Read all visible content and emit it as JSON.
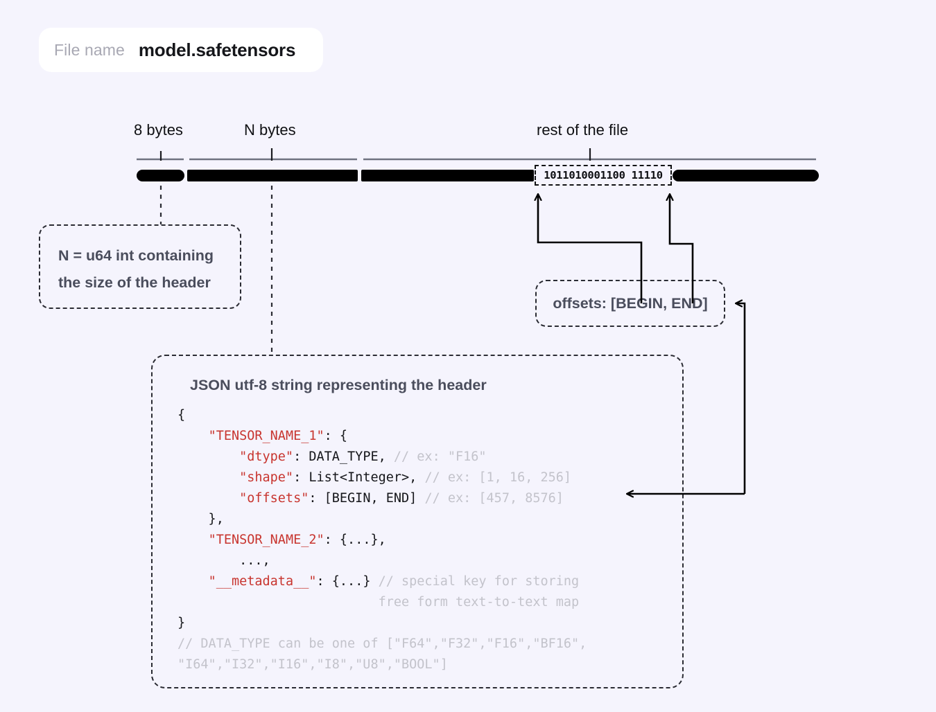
{
  "filename": {
    "label": "File name",
    "value": "model.safetensors"
  },
  "ruler": {
    "segments": [
      {
        "label": "8 bytes"
      },
      {
        "label": "N bytes"
      },
      {
        "label": "rest of the file"
      }
    ]
  },
  "binary_chip": {
    "value": "1011010001100 11110"
  },
  "notes": {
    "header_size": {
      "line1": "N = u64 int containing",
      "line2": "the size of the header"
    },
    "offsets": {
      "text": "offsets: [BEGIN, END]"
    }
  },
  "json_panel": {
    "title": "JSON utf-8 string representing the header",
    "lines": [
      [
        {
          "t": "{",
          "s": "p"
        }
      ],
      [
        {
          "t": "    ",
          "s": "p"
        },
        {
          "t": "\"TENSOR_NAME_1\"",
          "s": "k"
        },
        {
          "t": ": {",
          "s": "p"
        }
      ],
      [
        {
          "t": "        ",
          "s": "p"
        },
        {
          "t": "\"dtype\"",
          "s": "k"
        },
        {
          "t": ": DATA_TYPE, ",
          "s": "p"
        },
        {
          "t": "// ex: \"F16\"",
          "s": "c"
        }
      ],
      [
        {
          "t": "        ",
          "s": "p"
        },
        {
          "t": "\"shape\"",
          "s": "k"
        },
        {
          "t": ": List<Integer>, ",
          "s": "p"
        },
        {
          "t": "// ex: [1, 16, 256]",
          "s": "c"
        }
      ],
      [
        {
          "t": "        ",
          "s": "p"
        },
        {
          "t": "\"offsets\"",
          "s": "k"
        },
        {
          "t": ": [BEGIN, END] ",
          "s": "p"
        },
        {
          "t": "// ex: [457, 8576]",
          "s": "c"
        }
      ],
      [
        {
          "t": "    },",
          "s": "p"
        }
      ],
      [
        {
          "t": "    ",
          "s": "p"
        },
        {
          "t": "\"TENSOR_NAME_2\"",
          "s": "k"
        },
        {
          "t": ": {...},",
          "s": "p"
        }
      ],
      [
        {
          "t": "        ...,",
          "s": "p"
        }
      ],
      [
        {
          "t": "    ",
          "s": "p"
        },
        {
          "t": "\"__metadata__\"",
          "s": "k"
        },
        {
          "t": ": {...} ",
          "s": "p"
        },
        {
          "t": "// special key for storing",
          "s": "c"
        }
      ],
      [
        {
          "t": "                          free form text-to-text map",
          "s": "c"
        }
      ],
      [
        {
          "t": "}",
          "s": "p"
        }
      ],
      [
        {
          "t": "// DATA_TYPE can be one of [\"F64\",\"F32\",\"F16\",\"BF16\",",
          "s": "c"
        }
      ],
      [
        {
          "t": "\"I64\",\"I32\",\"I16\",\"I8\",\"U8\",\"BOOL\"]",
          "s": "c"
        }
      ]
    ]
  },
  "colors": {
    "background": "#f5f4fd",
    "bar": "#000000",
    "key_red": "#c8352f",
    "comment_gray": "#c3c3cb",
    "note_text": "#4a4d5c",
    "ruler_gray": "#6f7280"
  }
}
